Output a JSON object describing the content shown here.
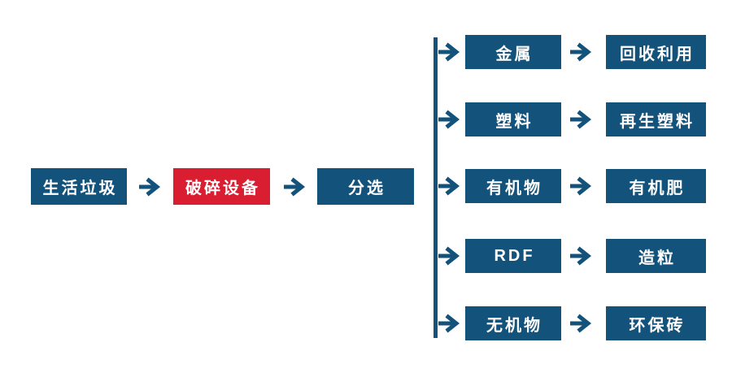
{
  "colors": {
    "primary_blue": "#13527A",
    "accent_red": "#DA1E32",
    "text_white": "#ffffff",
    "background": "#ffffff"
  },
  "diagram": {
    "main_flow": [
      {
        "label": "生活垃圾",
        "variant": "blue"
      },
      {
        "label": "破碎设备",
        "variant": "red"
      },
      {
        "label": "分选",
        "variant": "blue"
      }
    ],
    "branches": [
      {
        "material": "金属",
        "result": "回收利用"
      },
      {
        "material": "塑料",
        "result": "再生塑料"
      },
      {
        "material": "有机物",
        "result": "有机肥"
      },
      {
        "material": "RDF",
        "result": "造粒"
      },
      {
        "material": "无机物",
        "result": "环保砖"
      }
    ]
  }
}
